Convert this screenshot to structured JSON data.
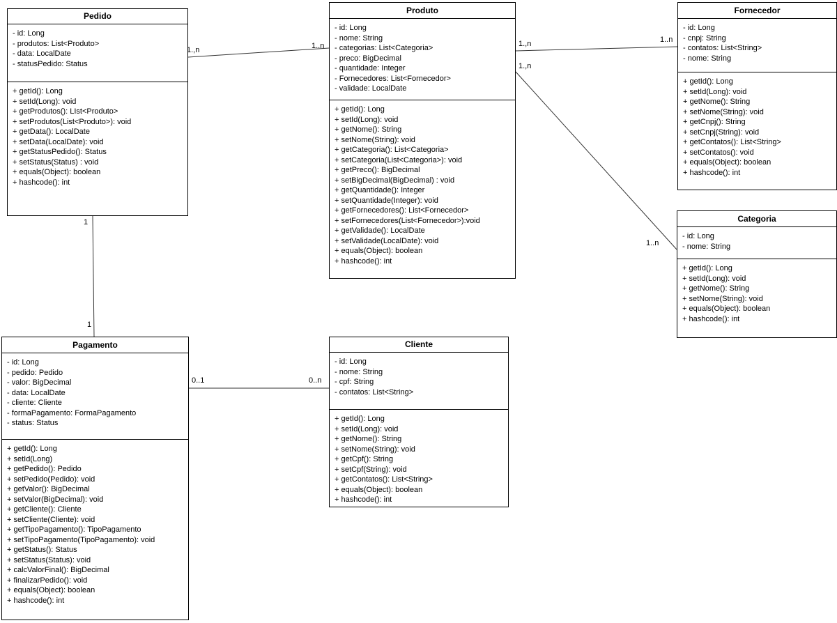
{
  "diagram": {
    "kind": "uml-class-diagram",
    "classes": [
      {
        "name": "Pedido",
        "attributes": [
          "- id: Long",
          "- produtos: List<Produto>",
          "- data: LocalDate",
          "- statusPedido: Status"
        ],
        "methods": [
          "+ getId(): Long",
          "+ setId(Long): void",
          "+ getProdutos(): LIst<Produto>",
          "+ setProdutos(List<Produto>): void",
          "+ getData(): LocalDate",
          "+ setData(LocalDate): void",
          "+ getStatusPedido(): Status",
          "+ setStatus(Status) : void",
          "+ equals(Object): boolean",
          "+ hashcode(): int"
        ]
      },
      {
        "name": "Produto",
        "attributes": [
          "- id: Long",
          "- nome: String",
          "- categorias: List<Categoria>",
          "- preco: BigDecimal",
          "- quantidade: Integer",
          "- Fornecedores: List<Fornecedor>",
          "- validade: LocalDate"
        ],
        "methods": [
          "+ getId(): Long",
          "+ setId(Long): void",
          "+ getNome(): String",
          "+ setNome(String): void",
          "+ getCategoria(): List<Categoria>",
          "+ setCategoria(List<Categoria>): void",
          "+ getPreco(): BigDecimal",
          "+ setBigDecimal(BigDecimal) : void",
          "+ getQuantidade(): Integer",
          "+ setQuantidade(Integer): void",
          "+ getFornecedores(): List<Fornecedor>",
          "+ setFornecedores(List<Fornecedor>):void",
          "+ getValidade(): LocalDate",
          "+ setValidade(LocalDate): void",
          "+ equals(Object): boolean",
          "+ hashcode(): int"
        ]
      },
      {
        "name": "Fornecedor",
        "attributes": [
          "- id: Long",
          "- cnpj: String",
          "- contatos: List<String>",
          "- nome: String"
        ],
        "methods": [
          "+ getId(): Long",
          "+ setId(Long): void",
          "+ getNome(): String",
          "+ setNome(String): void",
          "+ getCnpj(): String",
          "+ setCnpj(String): void",
          "+ getContatos(): List<String>",
          "+ setContatos(): void",
          "+ equals(Object): boolean",
          "+ hashcode(): int"
        ]
      },
      {
        "name": "Categoria",
        "attributes": [
          "- id: Long",
          "- nome: String"
        ],
        "methods": [
          "+ getId(): Long",
          "+ setId(Long): void",
          "+ getNome(): String",
          "+ setNome(String): void",
          "+ equals(Object): boolean",
          "+ hashcode(): int"
        ]
      },
      {
        "name": "Pagamento",
        "attributes": [
          "- id: Long",
          "- pedido: Pedido",
          "- valor: BigDecimal",
          "- data: LocalDate",
          "- cliente: Cliente",
          "- formaPagamento: FormaPagamento",
          "- status: Status"
        ],
        "methods": [
          "+ getId(): Long",
          "+ setId(Long)",
          "+ getPedido(): Pedido",
          "+ setPedido(Pedido): void",
          "+ getValor(): BigDecimal",
          "+ setValor(BigDecimal): void",
          "+ getCliente(): Cliente",
          "+ setCliente(Cliente): void",
          "+ getTipoPagamento(): TipoPagamento",
          "+ setTipoPagamento(TipoPagamento): void",
          "+ getStatus(): Status",
          "+ setStatus(Status): void",
          "+ calcValorFinal(): BigDecimal",
          "+ finalizarPedido(): void",
          "+ equals(Object): boolean",
          "+ hashcode(): int"
        ]
      },
      {
        "name": "Cliente",
        "attributes": [
          "- id: Long",
          "- nome: String",
          "- cpf: String",
          "- contatos: List<String>"
        ],
        "methods": [
          "+ getId(): Long",
          "+ setId(Long): void",
          "+ getNome(): String",
          "+ setNome(String): void",
          "+ getCpf(): String",
          "+ setCpf(String): void",
          "+ getContatos(): List<String>",
          "+ equals(Object): boolean",
          "+ hashcode(): int"
        ]
      }
    ],
    "relationships": [
      {
        "from": "Pedido",
        "to": "Produto",
        "from_label": "1.,n",
        "to_label": "1..n"
      },
      {
        "from": "Produto",
        "to": "Fornecedor",
        "from_label": "1.,n",
        "to_label": "1..n"
      },
      {
        "from": "Produto",
        "to": "Categoria",
        "from_label": "1.,n",
        "to_label": "1..n"
      },
      {
        "from": "Pedido",
        "to": "Pagamento",
        "from_label": "1",
        "to_label": "1"
      },
      {
        "from": "Pagamento",
        "to": "Cliente",
        "from_label": "0..1",
        "to_label": "0..n"
      }
    ],
    "colors": {
      "box_fill": "#ffffff",
      "box_border": "#000000",
      "line": "#333333",
      "text": "#000000"
    }
  }
}
